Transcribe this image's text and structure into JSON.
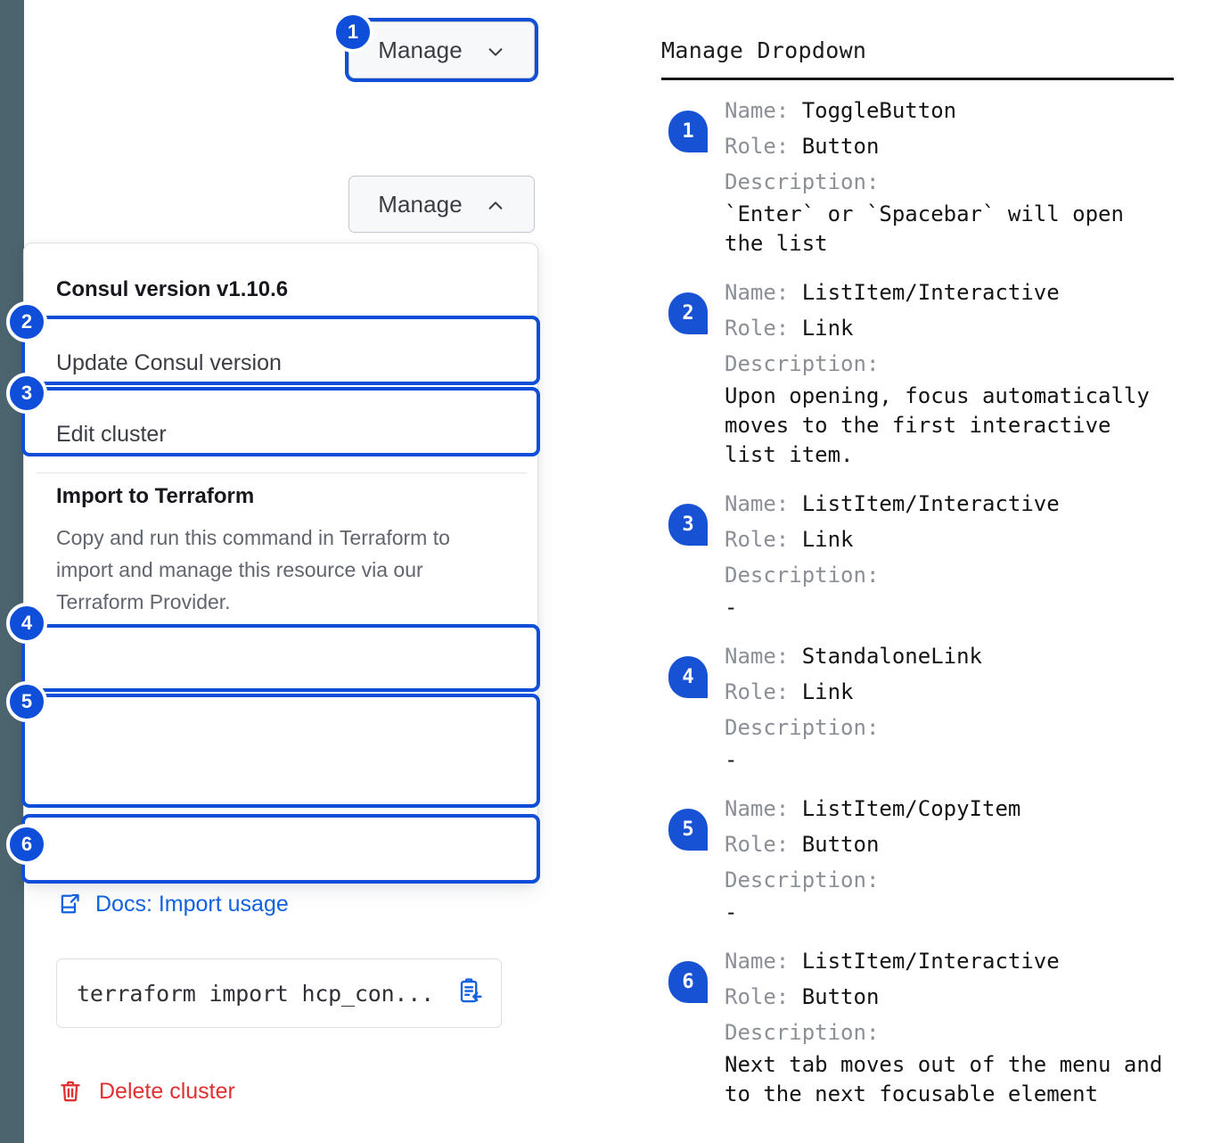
{
  "colors": {
    "accent_blue": "#0f4ed8",
    "badge_blue": "#1752d4",
    "link_blue": "#1262e0",
    "danger_red": "#e03131",
    "edge_stripe": "#4b646d",
    "button_bg": "#f7f8fa"
  },
  "left": {
    "toggle_collapsed": {
      "label": "Manage",
      "icon": "chevron-down-icon"
    },
    "toggle_expanded": {
      "label": "Manage",
      "icon": "chevron-up-icon"
    },
    "dropdown": {
      "version_heading": "Consul version v1.10.6",
      "update_item": "Update Consul version",
      "edit_item": "Edit cluster",
      "import_heading": "Import to Terraform",
      "import_description": "Copy and run this command in Terraform to import and manage this resource via our Terraform Provider.",
      "docs_link": "Docs: Import usage",
      "docs_icon": "docs-external-link-icon",
      "copy_command": "terraform import hcp_con...",
      "copy_icon": "copy-to-clipboard-icon",
      "delete_item": "Delete cluster",
      "delete_icon": "trash-icon"
    },
    "badges": [
      "1",
      "2",
      "3",
      "4",
      "5",
      "6"
    ]
  },
  "right": {
    "title": "Manage Dropdown",
    "labels": {
      "name": "Name:",
      "role": "Role:",
      "description": "Description:"
    },
    "entries": [
      {
        "badge": "1",
        "name": "ToggleButton",
        "role": "Button",
        "description": "`Enter` or `Spacebar` will open\nthe list"
      },
      {
        "badge": "2",
        "name": "ListItem/Interactive",
        "role": "Link",
        "description": "Upon opening, focus automatically\nmoves to the first interactive\nlist item."
      },
      {
        "badge": "3",
        "name": "ListItem/Interactive",
        "role": "Link",
        "description": "-"
      },
      {
        "badge": "4",
        "name": "StandaloneLink",
        "role": "Link",
        "description": "-"
      },
      {
        "badge": "5",
        "name": "ListItem/CopyItem",
        "role": "Button",
        "description": "-"
      },
      {
        "badge": "6",
        "name": "ListItem/Interactive",
        "role": "Button",
        "description": "Next tab moves out of the menu and\nto the next focusable element"
      }
    ]
  }
}
